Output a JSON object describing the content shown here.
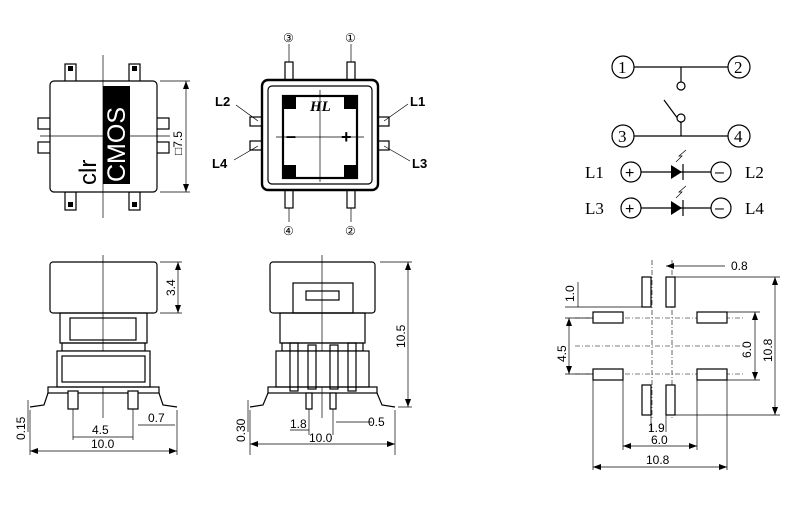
{
  "top_view": {
    "brand_a": "clr",
    "brand_b": "CMOS",
    "dim_side": "□7.5"
  },
  "pin_view": {
    "pin1": "①",
    "pin2": "②",
    "pin3": "③",
    "pin4": "④",
    "logo": "HL",
    "minus": "–",
    "plus": "+",
    "L1": "L1",
    "L2": "L2",
    "L3": "L3",
    "L4": "L4"
  },
  "schematic": {
    "n1": "1",
    "n2": "2",
    "n3": "3",
    "n4": "4",
    "L1": "L1",
    "L2": "L2",
    "L3": "L3",
    "L4": "L4",
    "plus": "+",
    "minus": "–"
  },
  "front_view": {
    "cap_h": "3.4",
    "foot": "0.15",
    "pitch": "4.5",
    "pad": "0.7",
    "width": "10.0"
  },
  "side_view": {
    "height": "10.5",
    "foot": "0.30",
    "d1": "1.8",
    "d2": "0.5",
    "width": "10.0"
  },
  "footprint": {
    "top": "0.8",
    "pad_len": "1.0",
    "pitch_v": "4.5",
    "inner_w": "6.0",
    "outer_h": "10.8",
    "gap": "1.9",
    "inner_w2": "6.0",
    "outer_w": "10.8"
  }
}
